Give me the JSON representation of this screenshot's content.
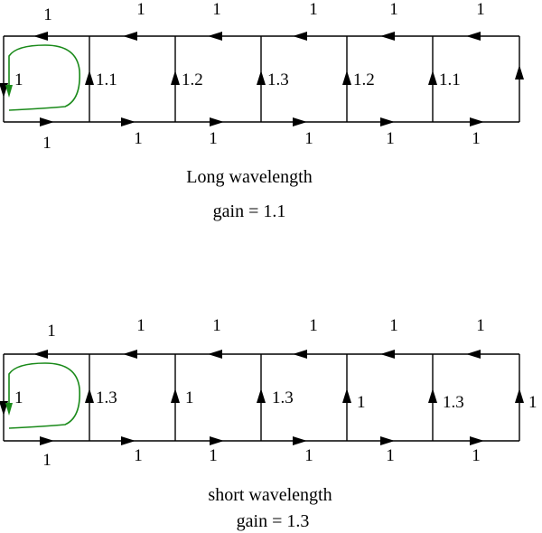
{
  "colors": {
    "line": "#000000",
    "loop": "#1a8a1a"
  },
  "diagrams": [
    {
      "top_labels": [
        "1",
        "1",
        "1",
        "1",
        "1",
        "1"
      ],
      "bottom_labels": [
        "1",
        "1",
        "1",
        "1",
        "1",
        "1"
      ],
      "vertical_labels": [
        "1",
        "1.1",
        "1.2",
        "1.3",
        "1.2",
        "1.1"
      ],
      "caption_line1": "Long wavelength",
      "caption_line2": "gain = 1.1"
    },
    {
      "top_labels": [
        "1",
        "1",
        "1",
        "1",
        "1",
        "1"
      ],
      "bottom_labels": [
        "1",
        "1",
        "1",
        "1",
        "1",
        "1"
      ],
      "vertical_labels": [
        "1",
        "1.3",
        "1",
        "1.3",
        "1",
        "1.3",
        "1"
      ],
      "caption_line1": "short wavelength",
      "caption_line2": "gain = 1.3"
    }
  ]
}
